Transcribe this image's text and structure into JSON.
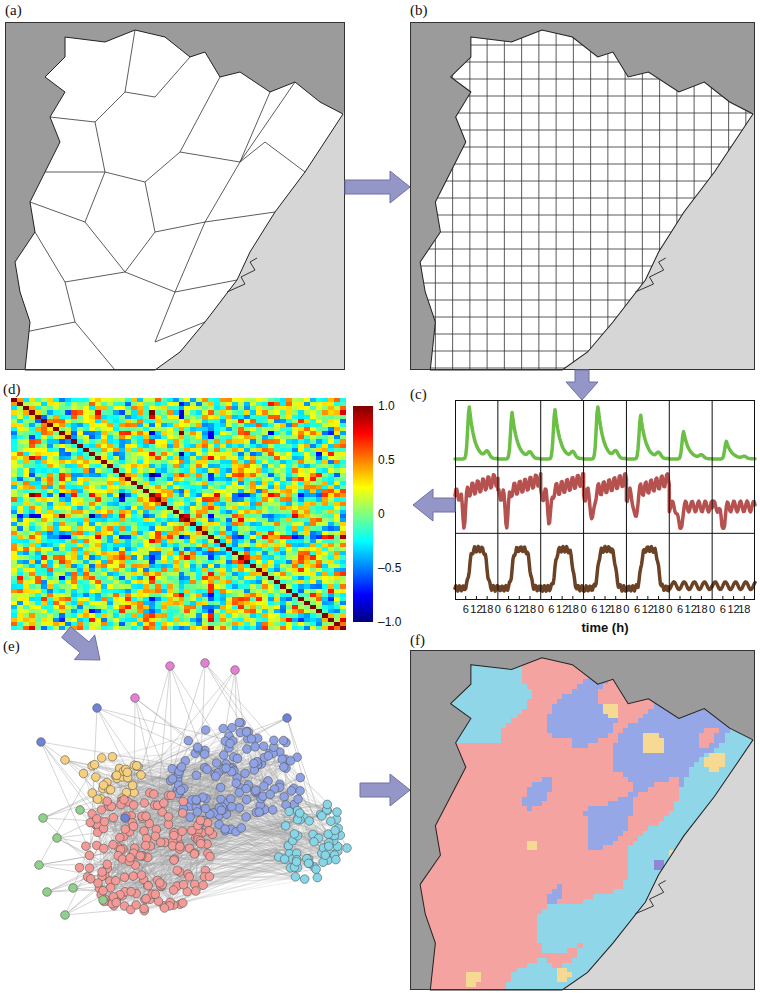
{
  "diagram": {
    "nodes": [
      {
        "text": [
          "(a)"
        ]
      },
      {
        "text": [
          "(b)"
        ]
      },
      {
        "text": [
          "(c)"
        ]
      },
      {
        "text": [
          "(d)"
        ]
      },
      {
        "text": [
          "(e)"
        ]
      },
      {
        "text": [
          "(f)"
        ]
      }
    ],
    "edges": [
      {
        "from": 0,
        "to": 1,
        "arrow": "to"
      },
      {
        "from": 1,
        "to": 2,
        "arrow": "to"
      },
      {
        "from": 2,
        "to": 3,
        "arrow": "to"
      },
      {
        "from": 3,
        "to": 4,
        "arrow": "to"
      },
      {
        "from": 4,
        "to": 5,
        "arrow": "to"
      }
    ],
    "labels": [
      "6",
      "12",
      "18",
      "0",
      "6",
      "12",
      "18",
      "0",
      "6",
      "12",
      "18",
      "0",
      "6",
      "12",
      "18",
      "0",
      "6",
      "12",
      "18",
      "0",
      "6",
      "12",
      "18",
      "0",
      "6",
      "12",
      "18",
      "time (h)",
      "1.0",
      "0.5",
      "0",
      "–0.5",
      "–1.0"
    ]
  }
}
